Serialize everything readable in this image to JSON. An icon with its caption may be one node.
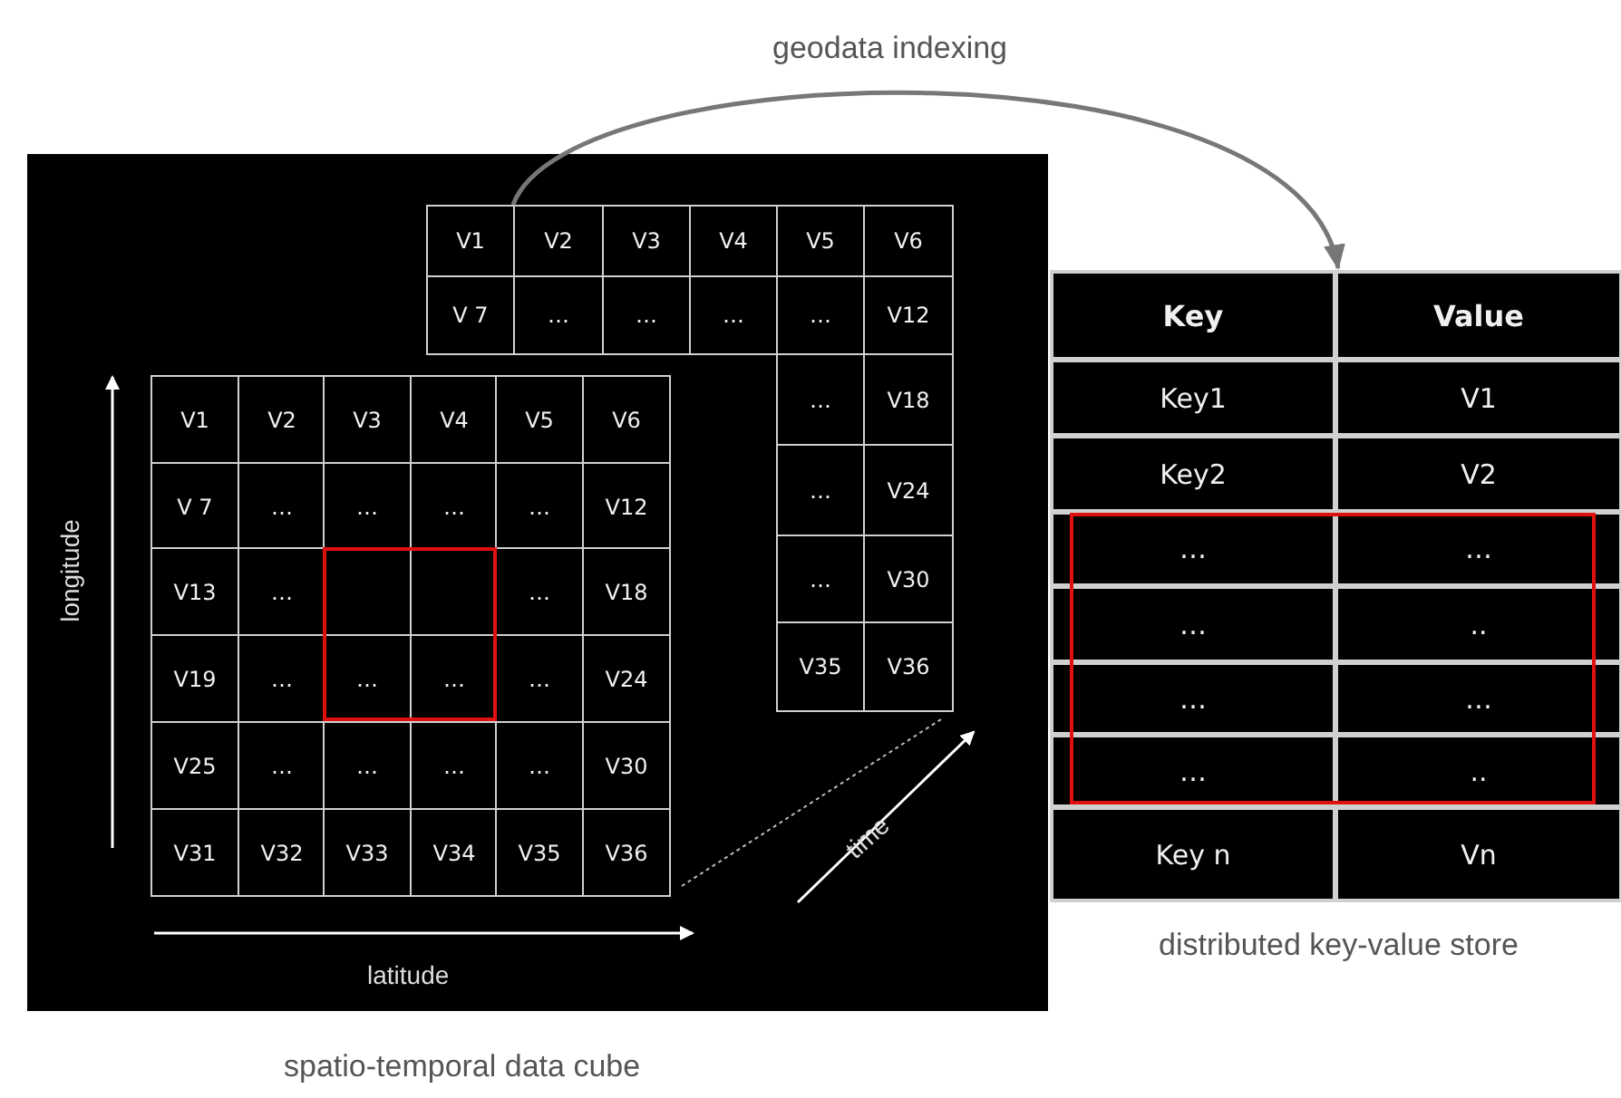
{
  "diagram": {
    "nodes": [
      {
        "text": [],
        "shape": "box",
        "beside": [
          "spatio-temporal data cube"
        ]
      },
      {
        "text": [],
        "shape": "box",
        "in": 0
      },
      {
        "text": [],
        "shape": "box",
        "in": 0
      },
      {
        "text": [],
        "shape": "box",
        "beside": [
          "distributed key-value store"
        ]
      }
    ],
    "edges": [
      {
        "from": 1,
        "to": 3,
        "arrow": "to",
        "label": "geodata indexing"
      }
    ],
    "labels": [
      "V1",
      "V2",
      "V3",
      "V4",
      "V5",
      "V6",
      "V 7",
      "…",
      "…",
      "…",
      "…",
      "V12",
      "…",
      "V18",
      "…",
      "V24",
      "…",
      "V30",
      "V35",
      "V36",
      "V1",
      "V2",
      "V3",
      "V4",
      "V5",
      "V6",
      "V 7",
      "…",
      "…",
      "…",
      "…",
      "V12",
      "V13",
      "…",
      "…",
      "V18",
      "V19",
      "…",
      "…",
      "…",
      "…",
      "V24",
      "V25",
      "…",
      "…",
      "…",
      "…",
      "V30",
      "V31",
      "V32",
      "V33",
      "V34",
      "V35",
      "V36",
      "longitude",
      "latitude",
      "time",
      "Key",
      "Value",
      "Key1",
      "V1",
      "Key2",
      "V2",
      "…",
      "…",
      "…",
      "..",
      "…",
      "…",
      "…",
      "..",
      "Key n",
      "Vn"
    ]
  }
}
